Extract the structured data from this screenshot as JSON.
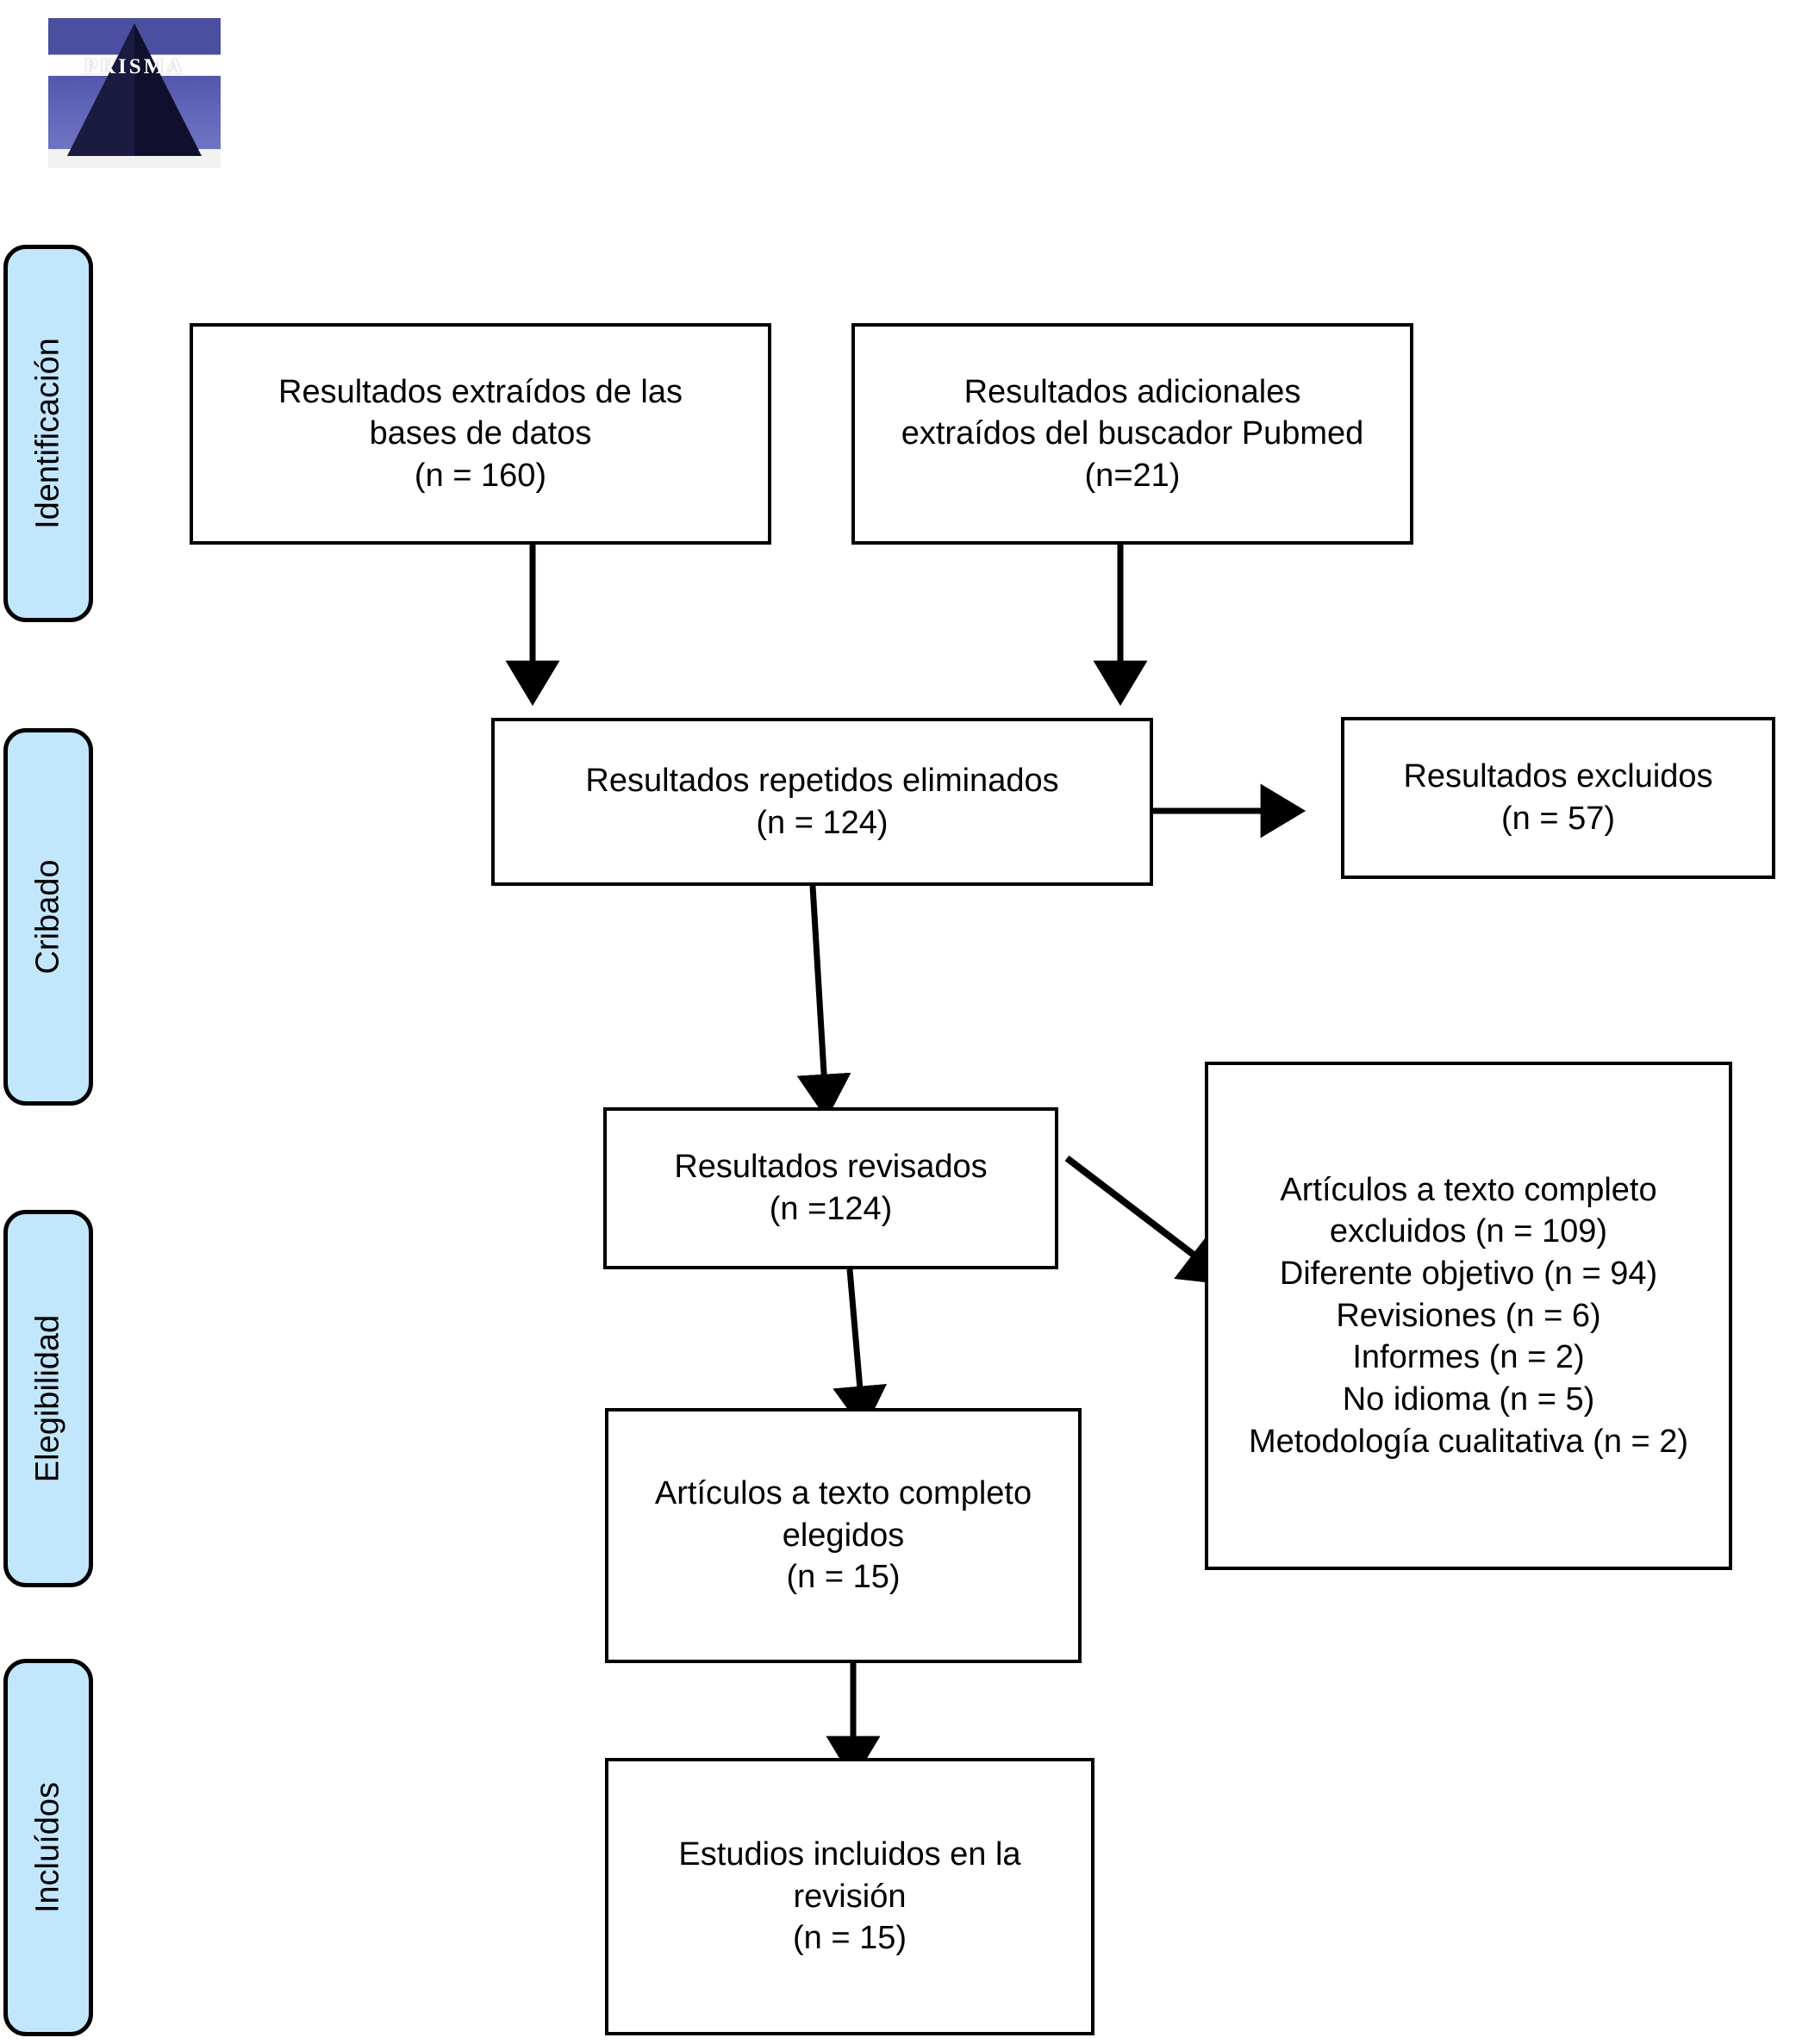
{
  "logo": {
    "alt": "PRISMA logo",
    "wordmark": "PRISMA"
  },
  "stages": [
    {
      "id": "identificacion",
      "label": "Identificación"
    },
    {
      "id": "cribado",
      "label": "Cribado"
    },
    {
      "id": "elegibilidad",
      "label": "Elegibilidad"
    },
    {
      "id": "incluidos",
      "label": "Incluídos"
    }
  ],
  "nodes": {
    "databases": "Resultados extraídos de las\nbases de datos\n(n = 160)",
    "pubmed": "Resultados adicionales\nextraídos del buscador Pubmed\n(n=21)",
    "duplicates": "Resultados repetidos eliminados\n(n = 124)",
    "excluded_screen": "Resultados excluidos\n(n = 57)",
    "screened": "Resultados revisados\n(n =124)",
    "fulltext_excluded": "Artículos a texto completo\nexcluidos (n = 109)\nDiferente objetivo (n = 94)\nRevisiones (n = 6)\nInformes (n = 2)\nNo idioma (n = 5)\nMetodología cualitativa (n = 2)",
    "fulltext_chosen": "Artículos a texto completo\nelegidos\n(n = 15)",
    "included": "Estudios incluidos en la\nrevisión\n(n = 15)"
  },
  "chart_data": {
    "type": "diagram",
    "title": "PRISMA flow diagram",
    "stages": [
      "Identificación",
      "Cribado",
      "Elegibilidad",
      "Incluídos"
    ],
    "counts": {
      "records_from_databases": 160,
      "records_from_pubmed": 21,
      "duplicates_removed_records": 124,
      "records_excluded": 57,
      "records_screened": 124,
      "fulltext_excluded_total": 109,
      "fulltext_excluded_different_objective": 94,
      "fulltext_excluded_reviews": 6,
      "fulltext_excluded_reports": 2,
      "fulltext_excluded_language": 5,
      "fulltext_excluded_qualitative": 2,
      "fulltext_chosen": 15,
      "studies_included": 15
    },
    "edges": [
      {
        "from": "databases",
        "to": "duplicates"
      },
      {
        "from": "pubmed",
        "to": "duplicates"
      },
      {
        "from": "duplicates",
        "to": "excluded_screen"
      },
      {
        "from": "duplicates",
        "to": "screened"
      },
      {
        "from": "screened",
        "to": "fulltext_excluded"
      },
      {
        "from": "screened",
        "to": "fulltext_chosen"
      },
      {
        "from": "fulltext_chosen",
        "to": "included"
      }
    ]
  },
  "colors": {
    "stage_fill": "#c2e6fb",
    "stroke": "#000000",
    "node_fill": "#ffffff"
  }
}
